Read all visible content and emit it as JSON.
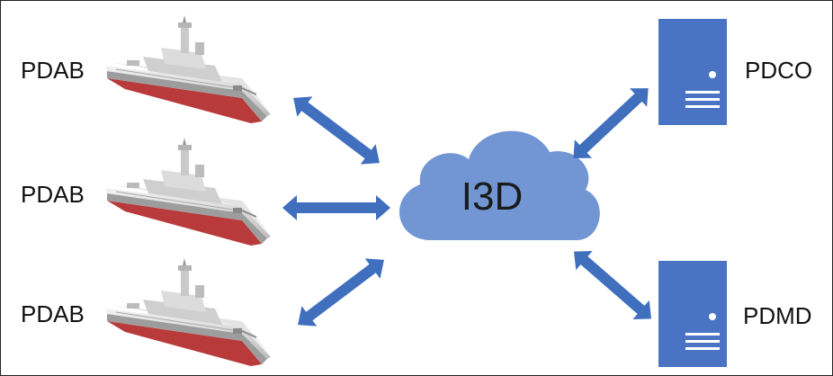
{
  "nodes": {
    "center": {
      "label": "I3D"
    },
    "ships": [
      {
        "label": "PDAB"
      },
      {
        "label": "PDAB"
      },
      {
        "label": "PDAB"
      }
    ],
    "servers": [
      {
        "label": "PDCO"
      },
      {
        "label": "PDMD"
      }
    ]
  },
  "colors": {
    "arrow": "#3f6fbd",
    "cloud": "#7196d3",
    "server": "#4a73c4",
    "ship_hull": "#d8d8d8",
    "ship_bottom": "#b83a3a"
  },
  "icons": [
    "ship-icon",
    "cloud-icon",
    "server-icon",
    "double-arrow-icon"
  ]
}
